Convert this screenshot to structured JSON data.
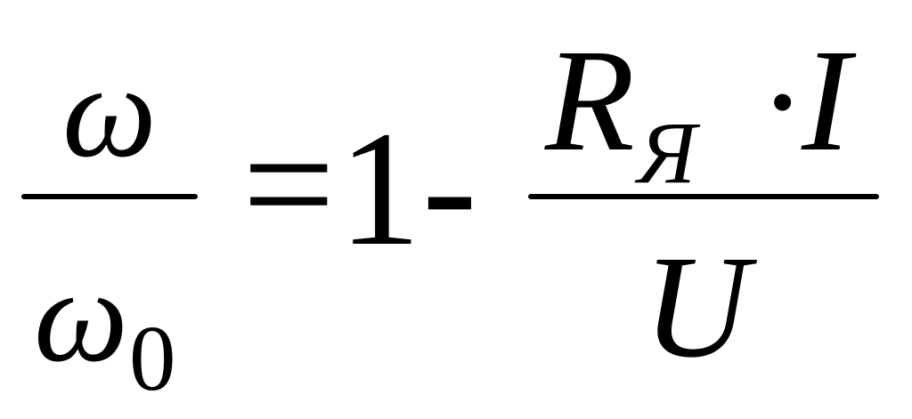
{
  "formula": {
    "lhs": {
      "numerator": "ω",
      "denominator": "ω",
      "denominator_subscript": "0"
    },
    "equals": "=",
    "one": "1",
    "minus": "-",
    "rhs": {
      "numerator_symbol": "R",
      "numerator_subscript": "Я",
      "operator": "·",
      "numerator_factor": "I",
      "denominator": "U"
    }
  }
}
